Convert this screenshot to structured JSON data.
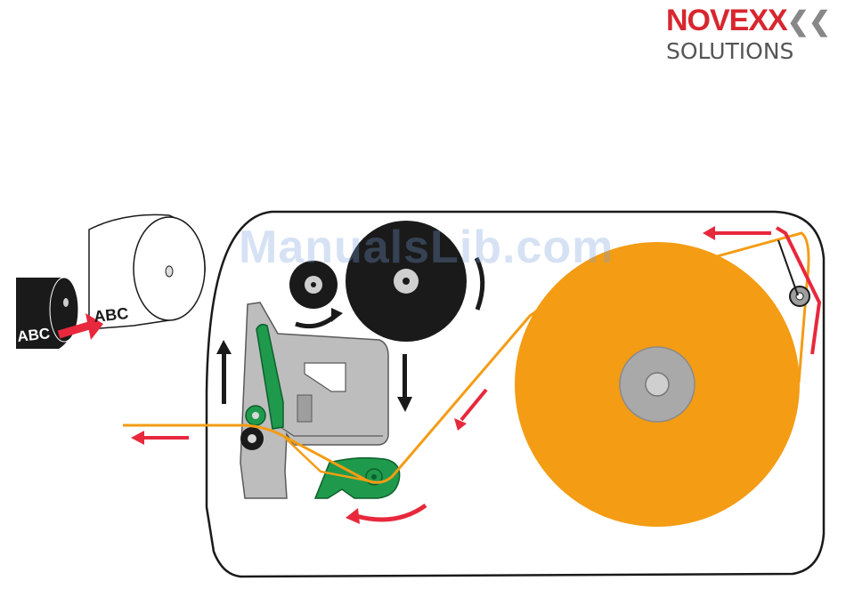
{
  "logo": {
    "brand": "NOVEXX",
    "sub": "SOLUTIONS",
    "brand_color": "#d8262e",
    "sub_color": "#555555"
  },
  "watermark": "ManualsLib.com",
  "labels": {
    "ribbon_roll_text": "ABC",
    "printed_sheet_text": "ABC"
  },
  "colors": {
    "label_web": "#f39c14",
    "label_roll": "#f39c14",
    "arrow_red": "#e8283c",
    "lever_green": "#1f9a4c",
    "housing_gray": "#b8b8b8",
    "ink_black": "#1a1a1a",
    "hub_gray": "#aaaaaa"
  }
}
